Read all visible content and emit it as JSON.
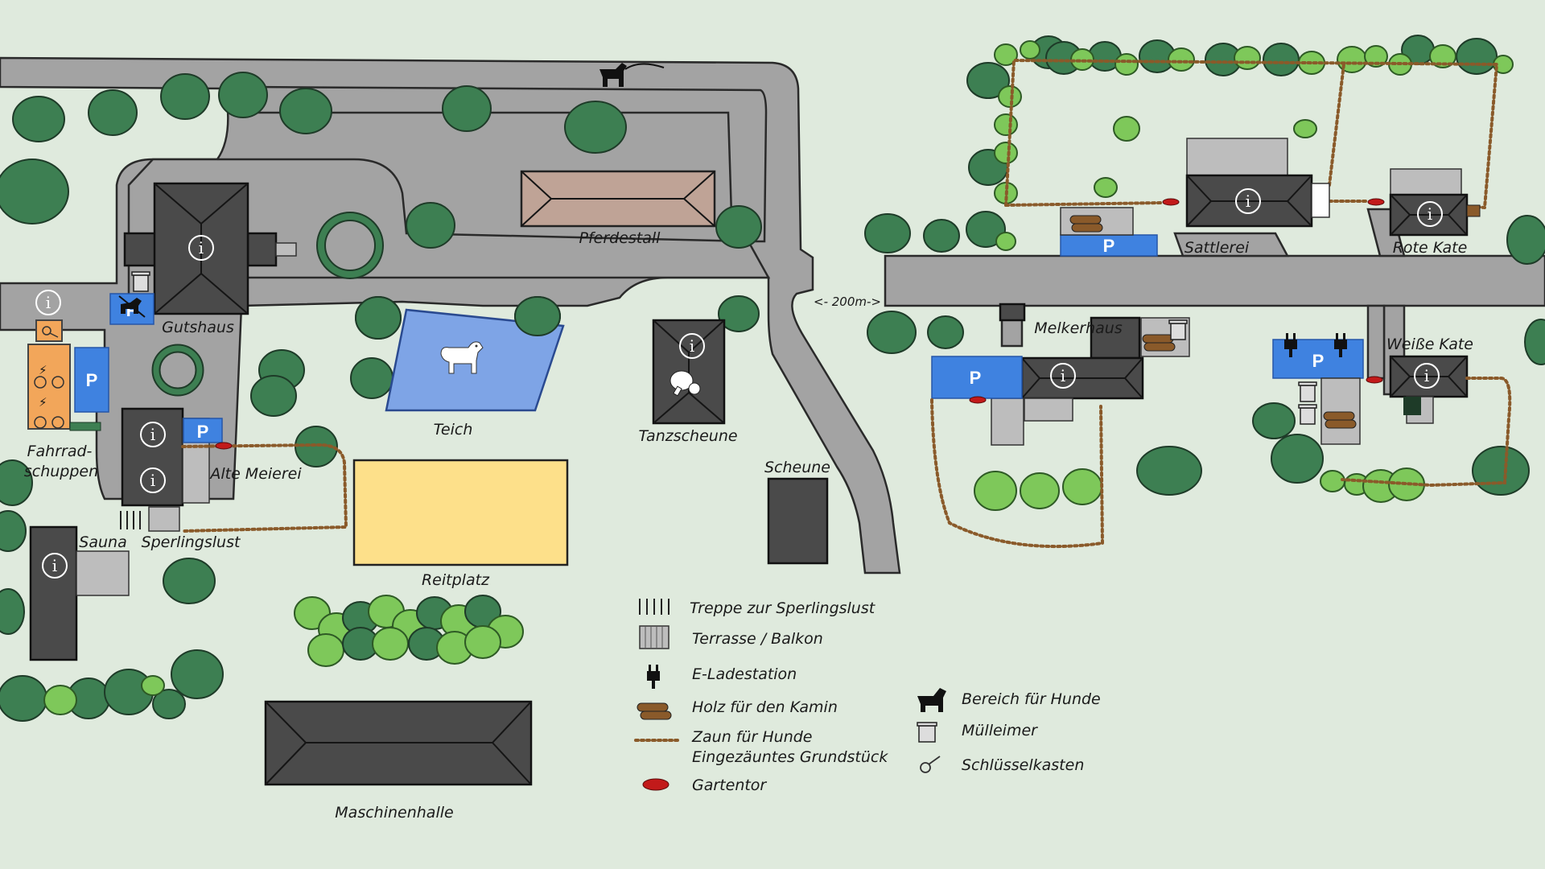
{
  "labels": {
    "pferdestall": "Pferdestall",
    "gutshaus": "Gutshaus",
    "teich": "Teich",
    "tanzscheune": "Tanzscheune",
    "fahrradschuppen_1": "Fahrrad-",
    "fahrradschuppen_2": "schuppen",
    "alte_meierei": "Alte Meierei",
    "sauna": "Sauna",
    "sperlingslust": "Sperlingslust",
    "reitplatz": "Reitplatz",
    "scheune": "Scheune",
    "maschinenhalle": "Maschinenhalle",
    "distance": "<- 200m->",
    "melkerhaus": "Melkerhaus",
    "sattlerei": "Sattlerei",
    "rote_kate": "Rote Kate",
    "weisse_kate": "Weiße Kate"
  },
  "parking_symbol": "P",
  "info_symbol": "i",
  "legend": {
    "items": [
      {
        "icon": "stairs-icon",
        "text": "Treppe zur Sperlingslust"
      },
      {
        "icon": "terrace-icon",
        "text": "Terrasse / Balkon"
      },
      {
        "icon": "charging-plug-icon",
        "text": "E-Ladestation"
      },
      {
        "icon": "firewood-icon",
        "text": "Holz für den Kamin"
      },
      {
        "icon": "fence-icon",
        "text": "Zaun für Hunde",
        "text2": "Eingezäuntes Grundstück"
      },
      {
        "icon": "garden-gate-icon",
        "text": "Gartentor"
      },
      {
        "icon": "dog-icon",
        "text": "Bereich für Hunde"
      },
      {
        "icon": "trash-bin-icon",
        "text": "Mülleimer"
      },
      {
        "icon": "key-icon",
        "text": "Schlüsselkasten"
      }
    ]
  },
  "colors": {
    "background": "#dfeadd",
    "road": "#a3a3a3",
    "building": "#4a4a4a",
    "parking": "#3f82e0",
    "pond": "#7ea4e6",
    "riding_arena": "#fde08a",
    "stable_roof": "#bfa396",
    "bike_shed": "#f2a65a",
    "tree_dark": "#3d7f52",
    "tree_light": "#7ec85a",
    "fence": "#8a5a2a",
    "gate": "#c21a1a"
  }
}
